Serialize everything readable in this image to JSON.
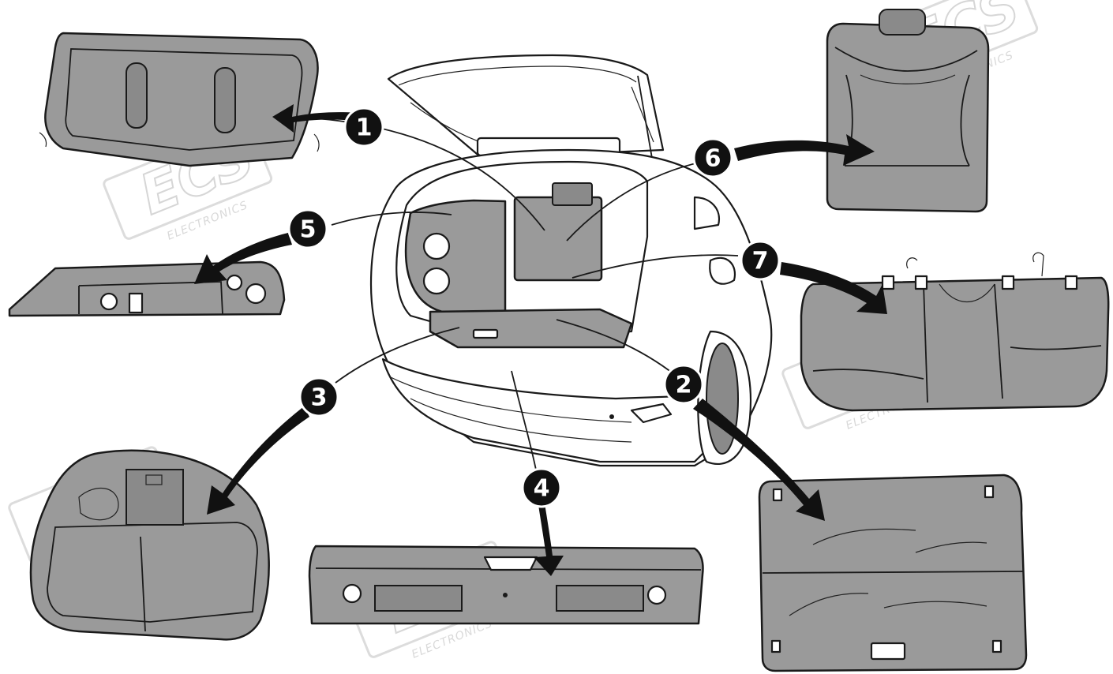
{
  "diagram": {
    "callouts": [
      "1",
      "2",
      "3",
      "4",
      "5",
      "6",
      "7"
    ],
    "watermark": {
      "brand": "ECS",
      "sub": "ELECTRONICS"
    }
  }
}
